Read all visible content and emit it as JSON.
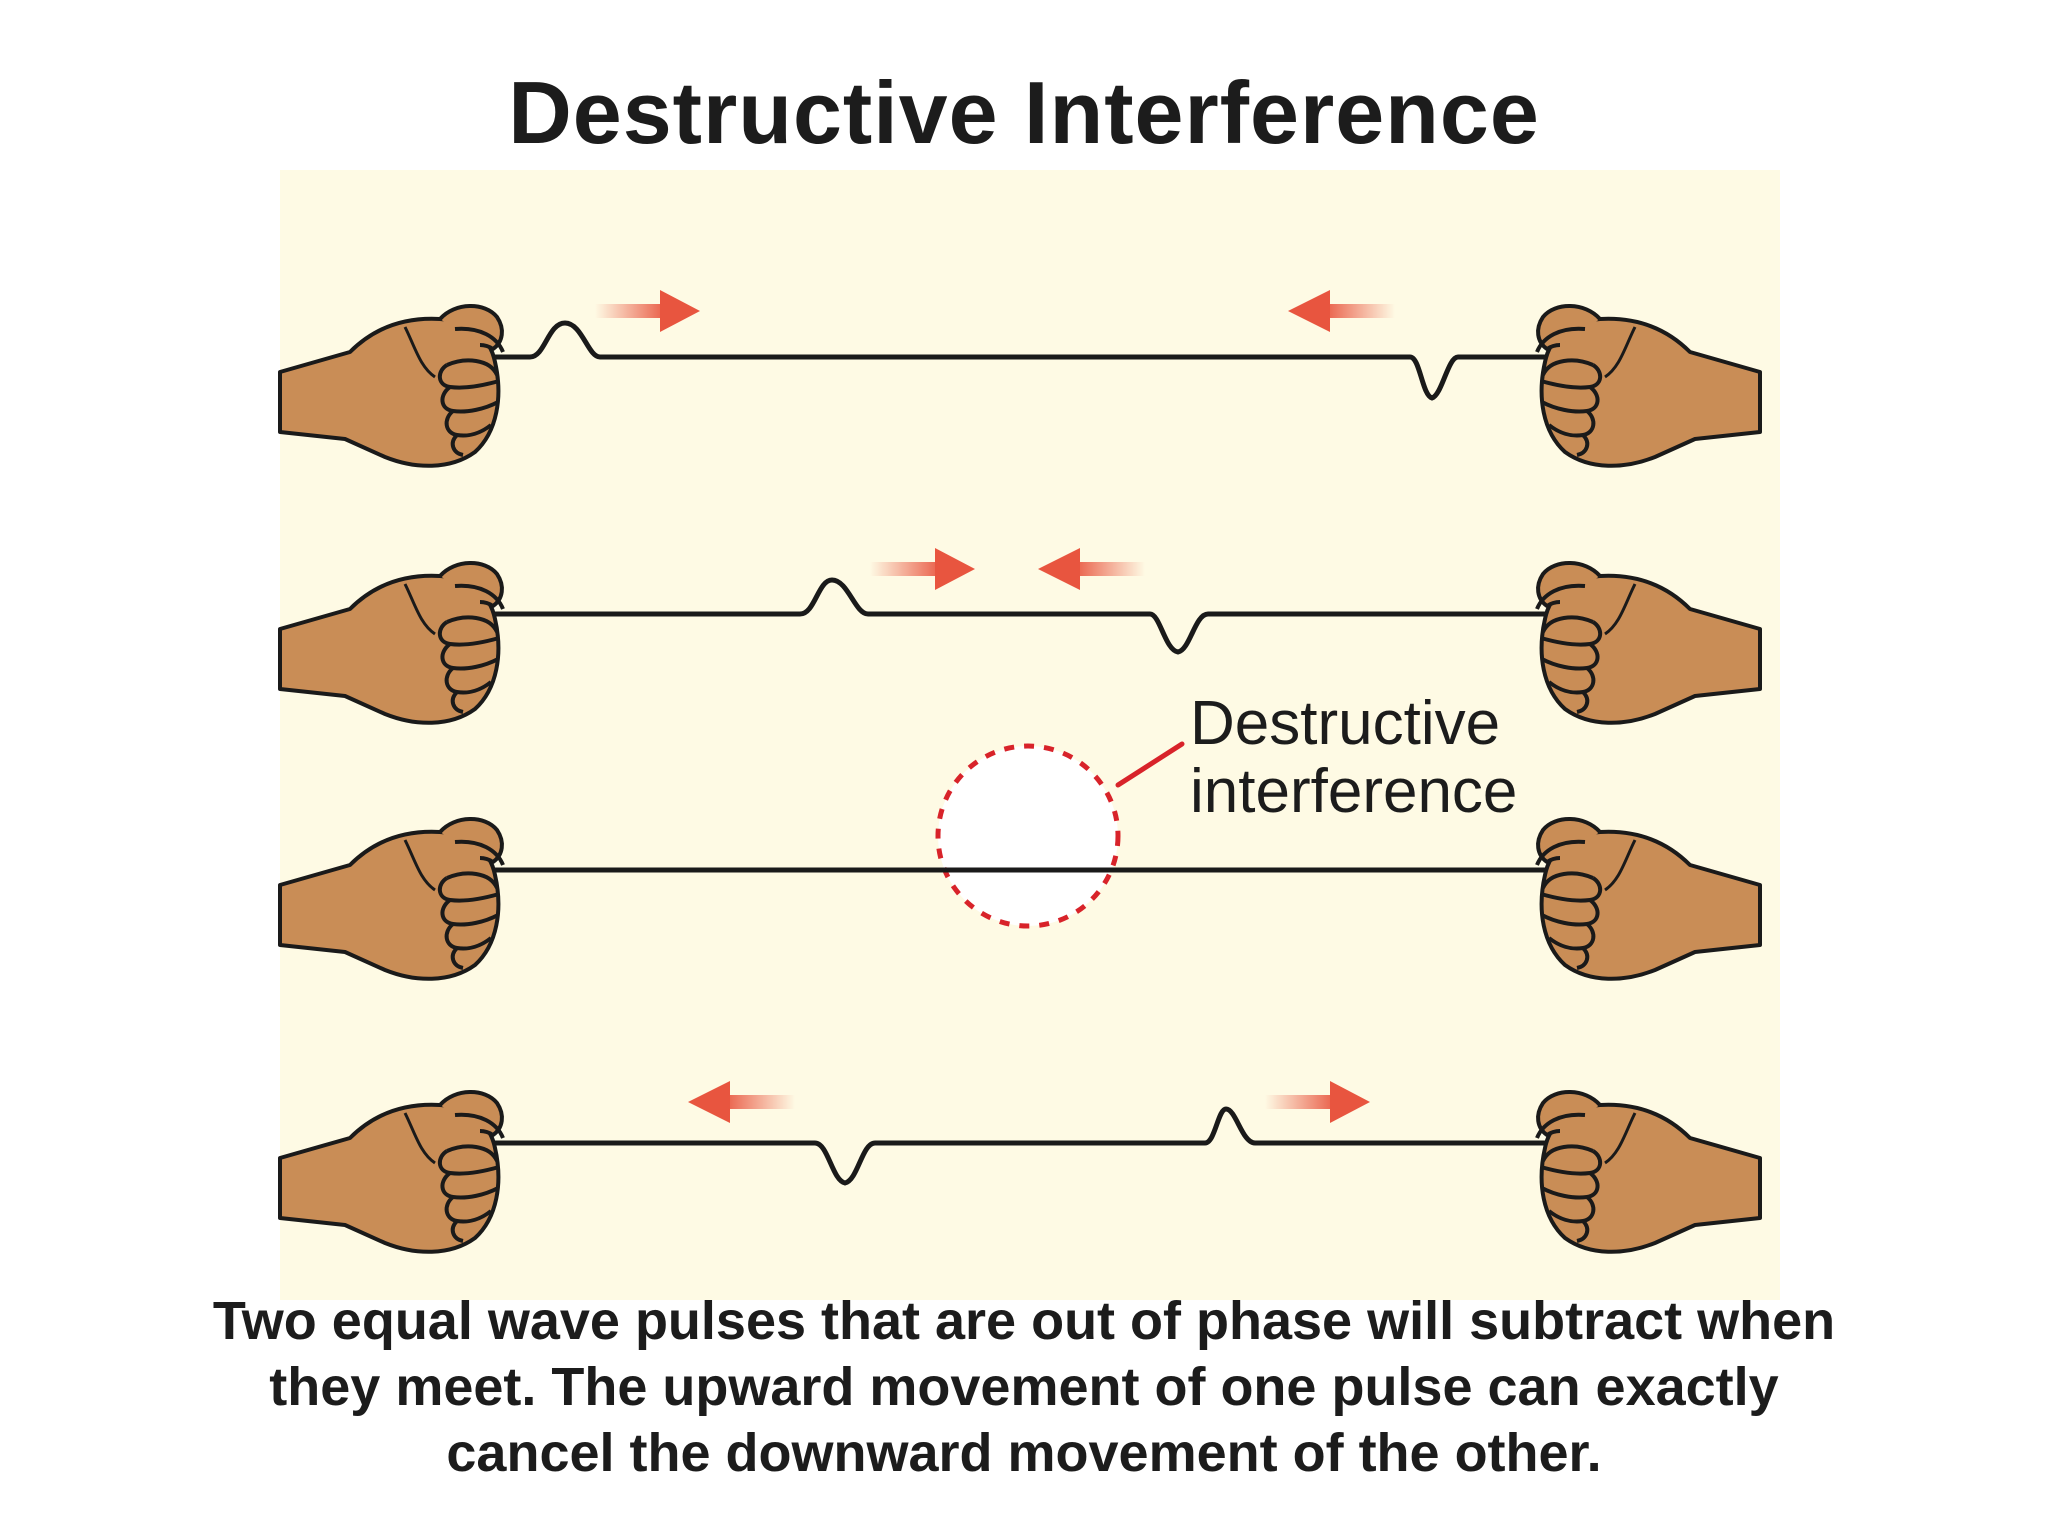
{
  "title": "Destructive Interference",
  "callout": {
    "line1": "Destructive",
    "line2": "interference"
  },
  "caption": {
    "line1": "Two equal wave pulses that are out of phase will subtract when",
    "line2": "they meet. The upward movement of one pulse can exactly",
    "line3": "cancel the downward movement of the other."
  },
  "colors": {
    "panel": "#fefae4",
    "rope": "#1a1a1a",
    "arrow": "#e8553f",
    "hand": "#c98d56",
    "hand_outline": "#1a1a1a",
    "callout": "#d8232a"
  },
  "icons": [
    "hand-icon",
    "arrow-right-icon",
    "arrow-left-icon"
  ]
}
